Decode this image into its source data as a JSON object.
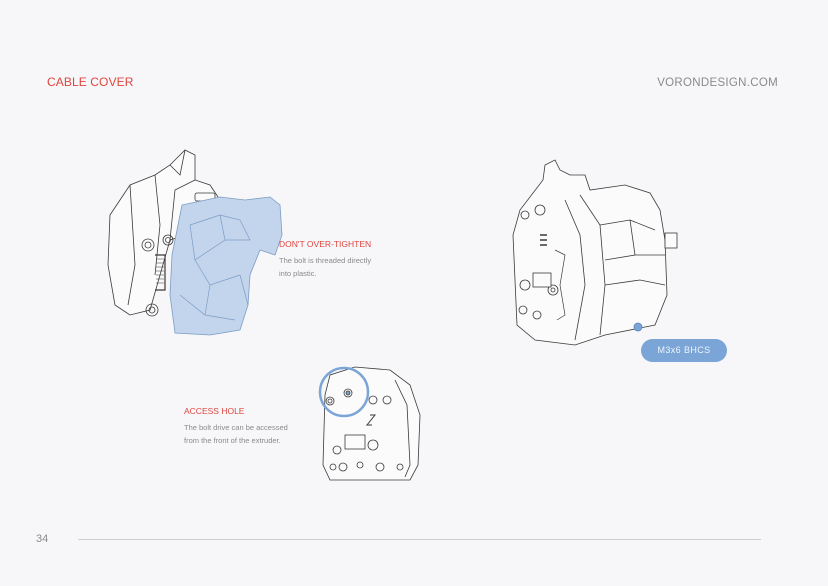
{
  "header": {
    "section_title": "CABLE COVER",
    "website": "VORONDESIGN.COM"
  },
  "notes": [
    {
      "title": "DON'T OVER-TIGHTEN",
      "body_line1": "The bolt is threaded directly",
      "body_line2": "into plastic."
    },
    {
      "title": "ACCESS HOLE",
      "body_line1": "The bolt drive can be accessed",
      "body_line2": "from the front of the extruder."
    }
  ],
  "callout": {
    "label": "M3x6 BHCS"
  },
  "footer": {
    "page_number": "34"
  },
  "colors": {
    "accent_red": "#e0453f",
    "highlight_blue": "#7aa5d6",
    "part_fill": "#c3d5ec",
    "line": "#3a3a3a",
    "background": "#f7f7f9"
  }
}
